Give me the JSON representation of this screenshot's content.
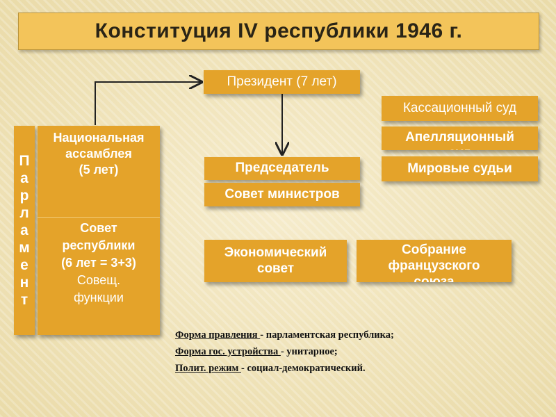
{
  "title": "Конституция IV республики 1946 г.",
  "parliament_letters": [
    "П",
    "а",
    "р",
    "л",
    "а",
    "м",
    "е",
    "н",
    "т"
  ],
  "assembly": {
    "national_lines": [
      "Национальная",
      "ассамблея",
      "(5 лет)"
    ],
    "council_bold_lines": [
      "Совет",
      "республики",
      "(6 лет = 3+3)"
    ],
    "council_plain_lines": [
      "Совещ.",
      "функции"
    ]
  },
  "president": "Президент (7 лет)",
  "chairman": "Председатель",
  "council_of_ministers": "Совет министров",
  "cassation_court": "Кассационный суд",
  "appeal_court": "Апелляционный суд",
  "magistrates": "Мировые судьи",
  "economic_council": [
    "Экономический",
    "совет"
  ],
  "french_union_assembly": [
    "Собрание",
    "французского",
    "союза"
  ],
  "notes": [
    {
      "term": "Форма правления ",
      "text": "- парламентская республика;"
    },
    {
      "term": "Форма гос. устройства ",
      "text": "- унитарное;"
    },
    {
      "term": "Полит. режим ",
      "text": "- социал-демократический."
    }
  ],
  "colors": {
    "box": "#e4a32a",
    "title_bar": "#f3c45a",
    "text_light": "#ffffff",
    "text_dark": "#2a2416"
  }
}
